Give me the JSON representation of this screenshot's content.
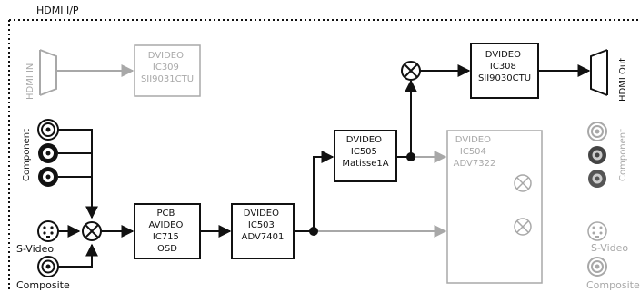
{
  "title": "HDMI I/P",
  "colors": {
    "active": "#111111",
    "inactive": "#a8a8a8",
    "background": "#ffffff"
  },
  "hdmi_in": {
    "label": "HDMI IN",
    "icon": "hdmi-port-icon"
  },
  "hdmi_out": {
    "label": "HDMI Out",
    "icon": "hdmi-port-icon"
  },
  "blocks": {
    "ic309": {
      "lines": [
        "DVIDEO",
        "IC309",
        "SII9031CTU"
      ]
    },
    "ic308": {
      "lines": [
        "DVIDEO",
        "IC308",
        "SII9030CTU"
      ]
    },
    "ic505": {
      "lines": [
        "DVIDEO",
        "IC505",
        "Matisse1A"
      ]
    },
    "ic504": {
      "lines": [
        "DVIDEO",
        "IC504",
        "ADV7322"
      ]
    },
    "ic715": {
      "lines": [
        "PCB",
        "AVIDEO",
        "IC715",
        "OSD"
      ]
    },
    "ic503": {
      "lines": [
        "DVIDEO",
        "IC503",
        "ADV7401"
      ]
    }
  },
  "inputs": {
    "component_label": "Component",
    "svideo_label": "S-Video",
    "composite_label": "Composite"
  },
  "outputs": {
    "component_label": "Component",
    "svideo_label": "S-Video",
    "composite_label": "Composite"
  }
}
